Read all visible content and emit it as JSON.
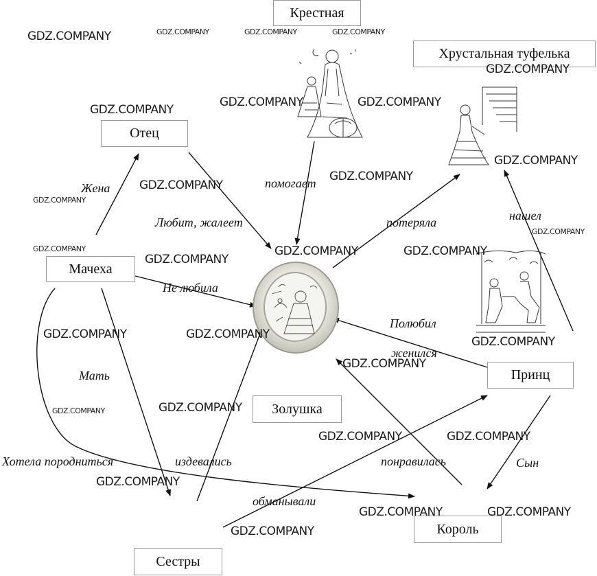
{
  "nodes": {
    "godmother": "Крестная",
    "slipper": "Хрустальная туфелька",
    "father": "Отец",
    "stepmother": "Мачеха",
    "prince": "Принц",
    "cinderella": "Золушка",
    "king": "Король",
    "sisters": "Сестры"
  },
  "edges": {
    "wife": "Жена",
    "loves_pities": "Любит, жалеет",
    "helps": "помогает",
    "lost": "потеряла",
    "found": "нашел",
    "did_not_love": "Не любила",
    "fell_in_love": "Полюбил",
    "married": "женился",
    "mother": "Мать",
    "wanted_to_relate": "Хотела породниться",
    "mocked": "издевались",
    "liked": "понравилась",
    "son": "Сын",
    "deceived": "обманывали"
  },
  "watermark": "GDZ.COMPANY"
}
